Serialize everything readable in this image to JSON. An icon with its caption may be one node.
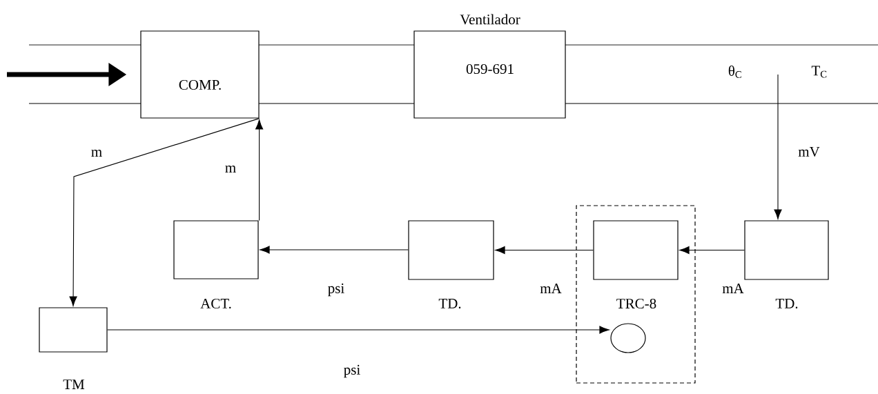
{
  "diagram": {
    "nodes": [
      {
        "text": [
          "COMP."
        ]
      },
      {
        "text": [
          "Ventilador",
          "059-691"
        ]
      },
      {
        "text": [
          "TD."
        ]
      },
      {
        "text": [
          "TRC-8"
        ]
      },
      {
        "text": [],
        "shape": "box",
        "in": 3
      },
      {
        "text": [],
        "shape": "circle",
        "in": 3
      },
      {
        "text": [
          "TD."
        ]
      },
      {
        "text": [
          "ACT."
        ]
      },
      {
        "text": [
          "TM"
        ]
      }
    ],
    "edges": [
      {
        "from": null,
        "to": 0,
        "arrow": "to",
        "style": "thick"
      },
      {
        "from": null,
        "to": 2,
        "arrow": "to",
        "label": "mV"
      },
      {
        "from": 2,
        "to": 4,
        "arrow": "to",
        "label": "mA"
      },
      {
        "from": 4,
        "to": 6,
        "arrow": "to",
        "label": "mA"
      },
      {
        "from": 6,
        "to": 7,
        "arrow": "to",
        "label": "psi"
      },
      {
        "from": 7,
        "to": 0,
        "arrow": "to",
        "label": "m"
      },
      {
        "from": 0,
        "to": 8,
        "arrow": "to",
        "label": "m"
      },
      {
        "from": 8,
        "to": 5,
        "arrow": "to",
        "label": "psi"
      }
    ],
    "labels": [
      "θ$_{C}$",
      "T$_{C}$"
    ]
  }
}
